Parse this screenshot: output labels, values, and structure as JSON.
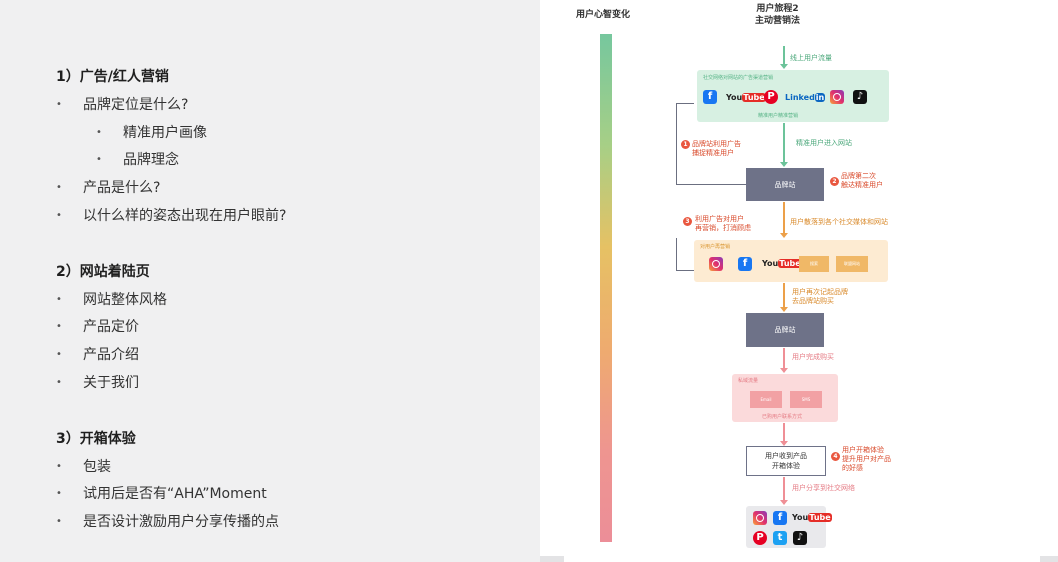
{
  "outline": {
    "sec1": "1）广告/红人营销",
    "sec1_items": [
      "品牌定位是什么?",
      "精准用户画像",
      "品牌理念",
      "产品是什么?",
      "以什么样的姿态出现在用户眼前?"
    ],
    "sec2": "2）网站着陆页",
    "sec2_items": [
      "网站整体风格",
      "产品定价",
      "产品介绍",
      "关于我们"
    ],
    "sec3": "3）开箱体验",
    "sec3_items": [
      "包装",
      "试用后是否有“AHA”Moment",
      "是否设计激励用户分享传播的点"
    ]
  },
  "flow": {
    "col_left_title": "用户心智变化",
    "col_right_title_1": "用户旅程2",
    "col_right_title_2": "主动营销法",
    "edge_top": "线上用户流量",
    "panel1_title": "社交网络对网站的广告渠道营销",
    "panel1_footer": "精准用户精准营销",
    "linkedin": "Linked",
    "linkedin_in": "in",
    "youtube_you": "You",
    "youtube_tube": "Tube",
    "edge_enter_site": "精准用户进入网站",
    "brand_site": "品牌站",
    "note1_line1": "品牌站利用广告",
    "note1_line2": "捕捉精准用户",
    "note2_line1": "品牌第二次",
    "note2_line2": "触达精准用户",
    "note3_line1": "利用广告对用户",
    "note3_line2": "再营销，打消顾虑",
    "edge_disperse": "用户散落到各个社交媒体和网站",
    "panel2_title": "对用户再营销",
    "panel2_btn1": "搜索",
    "panel2_btn2": "联盟网站",
    "edge_remember_1": "用户再次记起品牌",
    "edge_remember_2": "去品牌站购买",
    "brand_site_2": "品牌站",
    "edge_purchase": "用户完成购买",
    "panel3_title": "私域流量",
    "panel3_btn1": "Email",
    "panel3_btn2": "SMS",
    "panel3_footer": "已购用户联系方式",
    "receive_line1": "用户收到产品",
    "receive_line2": "开箱体验",
    "note4_line1": "用户开箱体验",
    "note4_line2": "提升用户对产品",
    "note4_line3": "的好感",
    "edge_share": "用户分享到社交网络",
    "num1": "1",
    "num2": "2",
    "num3": "3",
    "num4": "4",
    "fb_glyph": "f",
    "pin_glyph": "P",
    "tt_glyph": "♪",
    "tw_glyph": "t",
    "icon_names": [
      "facebook-icon",
      "youtube-icon",
      "pinterest-icon",
      "linkedin-icon",
      "instagram-icon",
      "tiktok-icon",
      "twitter-icon"
    ],
    "colors": {
      "green": "#6cc39a",
      "orange": "#eca049",
      "pink": "#ef8f96",
      "grey_box": "#6e7288",
      "red_note": "#e9573f"
    }
  }
}
